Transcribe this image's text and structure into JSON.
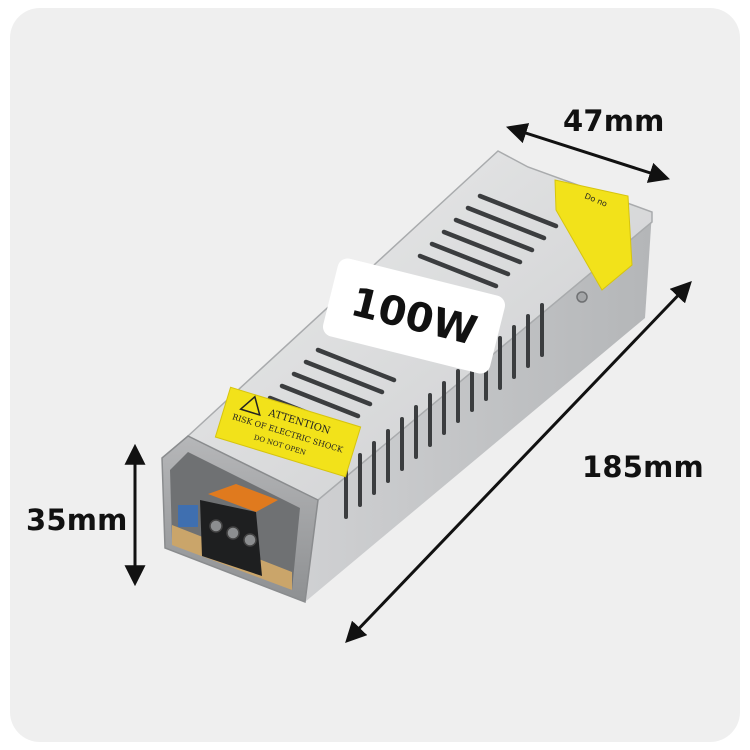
{
  "product": {
    "wattage_label": "100W",
    "warning_label": {
      "title": "ATTENTION",
      "line1": "RISK OF ELECTRIC SHOCK",
      "line2": "DO NOT OPEN"
    },
    "side_label": {
      "text": "Do no"
    }
  },
  "dimensions": {
    "width": "47mm",
    "length": "185mm",
    "height": "35mm"
  },
  "colors": {
    "card_background": "#efefef",
    "case_metal": "#d9dadb",
    "label_yellow": "#f2e21a",
    "terminal_orange": "#e07a1e",
    "arrow": "#111111"
  }
}
